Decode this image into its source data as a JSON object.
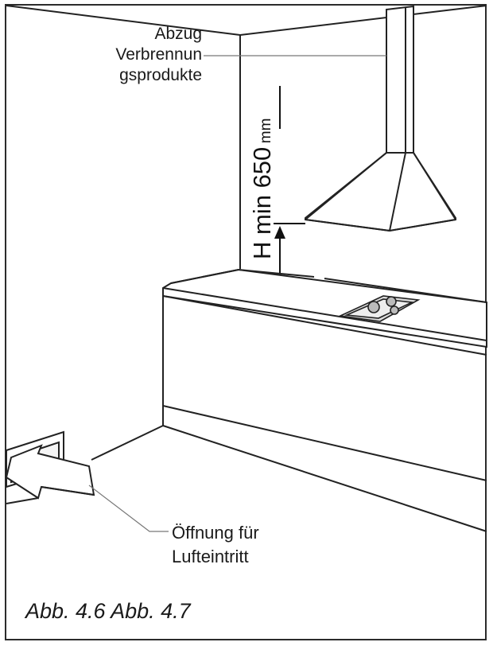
{
  "labels": {
    "exhaust_line1": "Abzug",
    "exhaust_line2": "Verbrennun",
    "exhaust_line3": "gsprodukte",
    "height_main": "H min 650",
    "height_unit": "mm",
    "air_inlet_line1": "Öffnung für",
    "air_inlet_line2": "Lufteintritt"
  },
  "caption": "Abb. 4.6 Abb. 4.7"
}
